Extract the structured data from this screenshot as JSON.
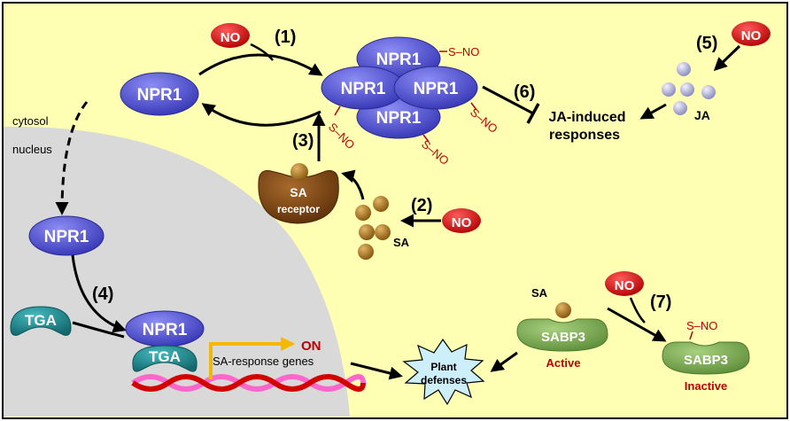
{
  "compartments": {
    "cytosol": "cytosol",
    "nucleus": "nucleus"
  },
  "no_label": "NO",
  "proteins": {
    "npr1": "NPR1",
    "tga": "TGA",
    "sabp3": "SABP3"
  },
  "sa_receptor": {
    "line1": "SA",
    "line2": "receptor"
  },
  "sa_label": "SA",
  "ja_label": "JA",
  "sno_label": "S–NO",
  "steps": {
    "s1": "(1)",
    "s2": "(2)",
    "s3": "(3)",
    "s4": "(4)",
    "s5": "(5)",
    "s6": "(6)",
    "s7": "(7)"
  },
  "ja_responses": {
    "line1": "JA-induced",
    "line2": "responses"
  },
  "gene_on": "ON",
  "sa_response_genes": "SA-response genes",
  "plant_defenses": {
    "line1": "Plant",
    "line2": "defenses"
  },
  "sabp3_states": {
    "active": "Active",
    "inactive": "Inactive"
  },
  "colors": {
    "background": "#FFFFB3",
    "nucleus": "#D9D9D9",
    "npr1": "#4B4BD0",
    "tga": "#1E8A8F",
    "sabp3": "#7FAE54",
    "no_badge": "#E00000",
    "sa_ball": "#B07A22",
    "ja_ball": "#B9B9E0",
    "receptor": "#7A4212",
    "sno": "#C00000",
    "on_arrow": "#F5B800",
    "defense": "#CCEFFA"
  }
}
